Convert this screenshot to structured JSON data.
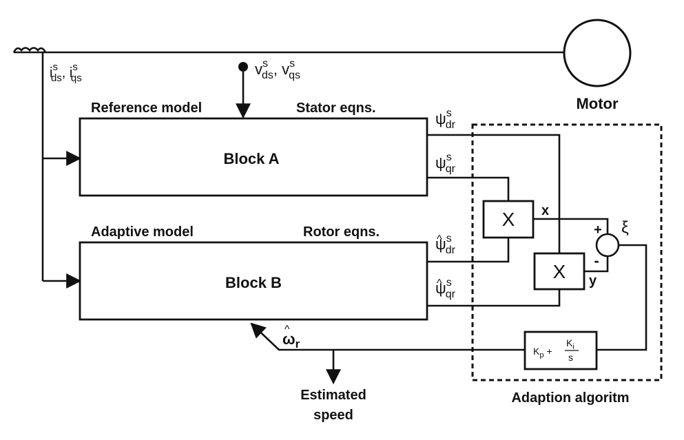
{
  "labels": {
    "motor": "Motor",
    "reference_model": "Reference model",
    "stator_eqns": "Stator eqns.",
    "block_a": "Block A",
    "adaptive_model": "Adaptive model",
    "rotor_eqns": "Rotor eqns.",
    "block_b": "Block B",
    "adaption_algorithm": "Adaption algoritm",
    "estimated_speed_line1": "Estimated",
    "estimated_speed_line2": "speed",
    "multiplier_1": "X",
    "multiplier_2": "X",
    "x_signal": "x",
    "y_signal": "y",
    "plus_sign": "+",
    "minus_sign": "-",
    "xi": "ξ"
  },
  "signals": {
    "current_i": "i",
    "current_sup": "s",
    "current_ds": "ds",
    "current_qs": "qs",
    "voltage_v": "v",
    "voltage_sup": "s",
    "voltage_ds": "ds",
    "voltage_qs": "qs",
    "psi": "ψ",
    "psi_sup": "s",
    "psi_dr": "dr",
    "psi_qr": "qr",
    "hat": "^",
    "omega": "ω",
    "omega_sub": "r"
  },
  "pi_controller": {
    "kp": "K",
    "kp_sub": "p",
    "plus": "+",
    "ki": "K",
    "ki_sub": "i",
    "s": "s"
  }
}
